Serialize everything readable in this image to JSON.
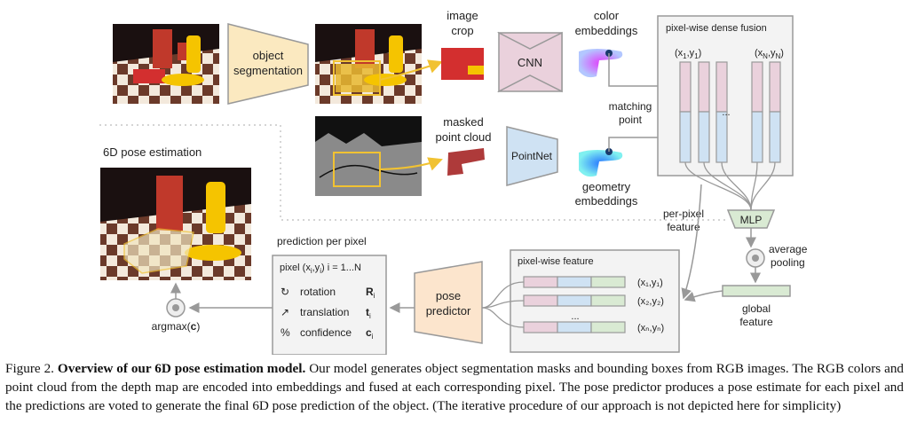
{
  "diagram": {
    "object_segmentation": "object segmentation",
    "image_crop": [
      "image",
      "crop"
    ],
    "masked_point_cloud": [
      "masked",
      "point cloud"
    ],
    "cnn": "CNN",
    "pointnet": "PointNet",
    "color_embeddings": [
      "color",
      "embeddings"
    ],
    "geometry_embeddings": [
      "geometry",
      "embeddings"
    ],
    "matching_point": [
      "matching",
      "point"
    ],
    "fusion_title": "pixel-wise dense fusion",
    "fusion_first": "(x₁,y₁)",
    "fusion_last": "(xₙ,yₙ)",
    "ellipsis": "...",
    "per_pixel_feature": [
      "per-pixel",
      "feature"
    ],
    "mlp": "MLP",
    "average_pooling": [
      "average",
      "pooling"
    ],
    "global_feature": [
      "global",
      "feature"
    ],
    "pixelwise_feature_title": "pixel-wise feature",
    "feature_rows": [
      "(x₁,y₁)",
      "(x₂,y₂)",
      "(xₙ,yₙ)"
    ],
    "pose_predictor": [
      "pose",
      "predictor"
    ],
    "prediction_title": "prediction per pixel",
    "prediction_header": "pixel (xᵢ,yᵢ)  i = 1...N",
    "prediction_rows": [
      {
        "icon": "↻",
        "label": "rotation",
        "symbol": "R",
        "sub": "i"
      },
      {
        "icon": "↗",
        "label": "translation",
        "symbol": "t",
        "sub": "i"
      },
      {
        "icon": "%",
        "label": "confidence",
        "symbol": "c",
        "sub": "i"
      }
    ],
    "argmax": "argmax(",
    "argmax_c": "c",
    "argmax_close": ")",
    "pose_estimation_title": "6D pose estimation",
    "colors": {
      "yellow_box": "#fbe9c0",
      "pink": "#ead1dc",
      "blue": "#cfe2f3",
      "green": "#d9ead3",
      "orange": "#fce5cd",
      "gray_panel": "#f3f3f3",
      "stroke": "#999999",
      "highlight": "#f1c232"
    }
  },
  "caption": {
    "label": "Figure 2.",
    "bold": "Overview of our 6D pose estimation model.",
    "text": "Our model generates object segmentation masks and bounding boxes from RGB images. The RGB colors and point cloud from the depth map are encoded into embeddings and fused at each corresponding pixel. The pose predictor produces a pose estimate for each pixel and the predictions are voted to generate the final 6D pose prediction of the object. (The iterative procedure of our approach is not depicted here for simplicity)"
  }
}
